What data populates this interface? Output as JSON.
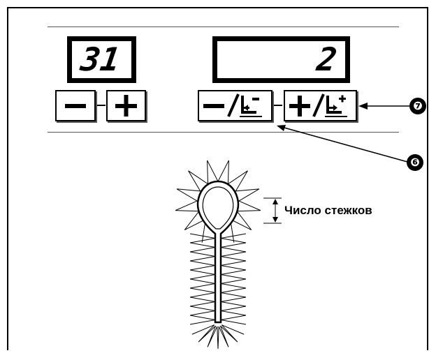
{
  "panel": {
    "left_display": {
      "value": "31"
    },
    "right_display": {
      "value": "2"
    },
    "left_buttons": {
      "minus_symbol": "−",
      "plus_symbol": "+"
    },
    "right_buttons": {
      "minus_icon": "minus-back-stitch-icon",
      "plus_icon": "plus-forward-stitch-icon"
    }
  },
  "callouts": {
    "six": "❻",
    "seven": "❼"
  },
  "diagram": {
    "stitch_count_label": "Число стежков"
  }
}
